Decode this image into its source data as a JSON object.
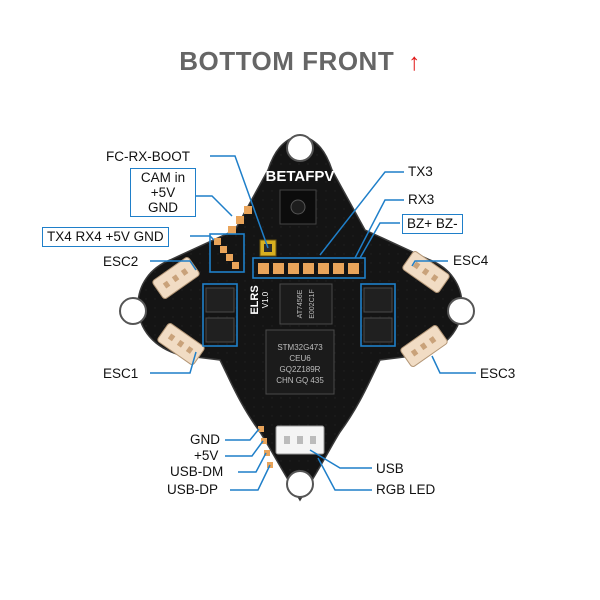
{
  "header": {
    "title": "BOTTOM FRONT",
    "arrow": "↑"
  },
  "board": {
    "brand": "BETAFPV",
    "model": "ELRS",
    "version": "V1.0",
    "mcu_lines": [
      "STM32G473",
      "CEU6",
      "GQ2Z189R",
      "CHN GQ 435"
    ],
    "rx_chip_lines": [
      "AT7456E",
      "E002C1F"
    ]
  },
  "labels": {
    "fc_rx_boot": "FC-RX-BOOT",
    "cam_in": "CAM in",
    "cam_5v": "+5V",
    "cam_gnd": "GND",
    "tx4_group": "TX4  RX4  +5V  GND",
    "esc2": "ESC2",
    "esc1": "ESC1",
    "tx3": "TX3",
    "rx3": "RX3",
    "bz": "BZ+ BZ-",
    "esc4": "ESC4",
    "esc3": "ESC3",
    "gnd": "GND",
    "plus5v": "+5V",
    "usb_dm": "USB-DM",
    "usb_dp": "USB-DP",
    "usb": "USB",
    "rgb_led": "RGB LED"
  },
  "colors": {
    "leader": "#1f7fc9",
    "pcb": "#111111",
    "connector": "#f1dcc4",
    "pad": "#e9a45a",
    "arrow": "#e01818"
  }
}
